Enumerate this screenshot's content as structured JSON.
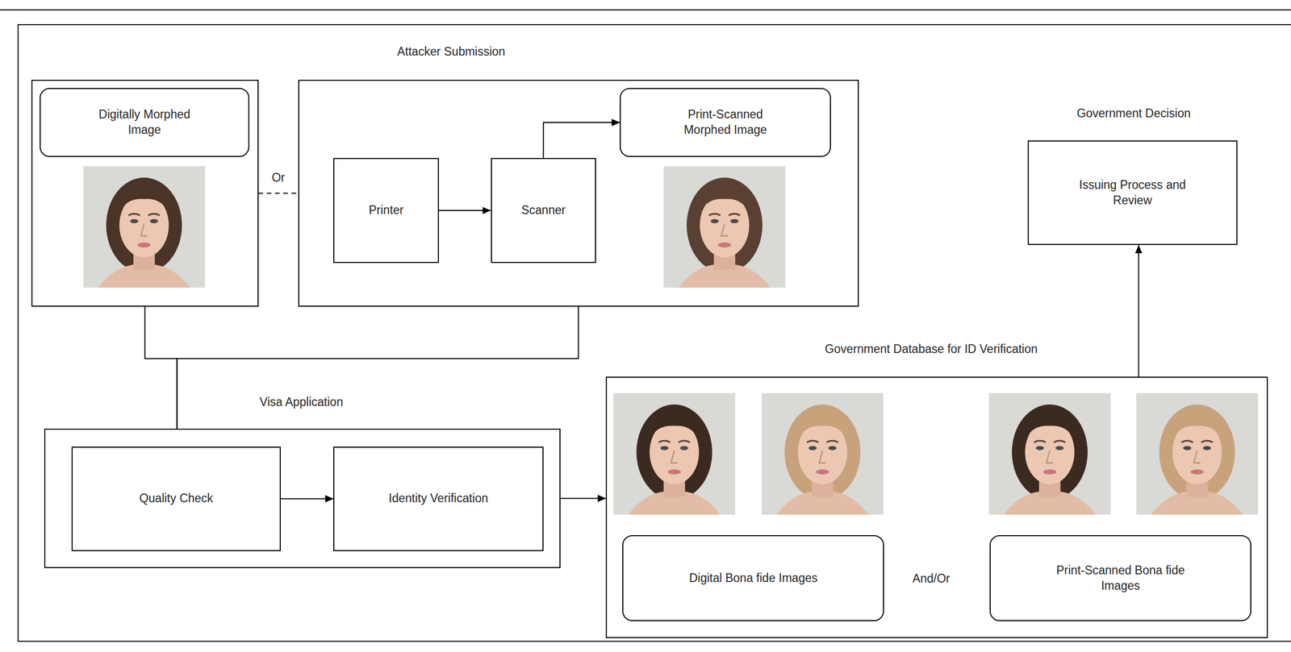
{
  "diagram": {
    "nodes": [
      {
        "text": []
      },
      {
        "text": [
          "Digitally Morphed Image"
        ],
        "in": 0
      },
      {
        "text": [
          "Attacker Submission"
        ]
      },
      {
        "text": [
          "Printer"
        ],
        "in": 2
      },
      {
        "text": [
          "Scanner"
        ],
        "in": 2
      },
      {
        "text": [
          "Print-Scanned Morphed Image"
        ],
        "in": 2
      },
      {
        "text": [
          "Government Decision",
          "Issuing Process and Review"
        ]
      },
      {
        "text": [
          "Visa Application"
        ]
      },
      {
        "text": [
          "Quality Check"
        ],
        "in": 7
      },
      {
        "text": [
          "Identity Verification"
        ],
        "in": 7
      },
      {
        "text": [
          "Government Database for ID Verification"
        ]
      },
      {
        "text": [
          "Digital Bona fide Images"
        ],
        "in": 10
      },
      {
        "text": [
          "Print-Scanned Bona fide Images"
        ],
        "in": 10
      }
    ],
    "edges": [
      {
        "from": 0,
        "to": 2,
        "label": "Or",
        "arrow": "none"
      },
      {
        "from": 3,
        "to": 4,
        "arrow": "to"
      },
      {
        "from": 4,
        "to": 5,
        "arrow": "to"
      },
      {
        "from": 0,
        "to": 7,
        "arrow": "none"
      },
      {
        "from": 2,
        "to": 7,
        "arrow": "none"
      },
      {
        "from": 8,
        "to": 9,
        "arrow": "to"
      },
      {
        "from": 7,
        "to": 10,
        "arrow": "to"
      },
      {
        "from": 10,
        "to": 6,
        "arrow": "to"
      }
    ],
    "labels": [
      "And/Or"
    ]
  }
}
